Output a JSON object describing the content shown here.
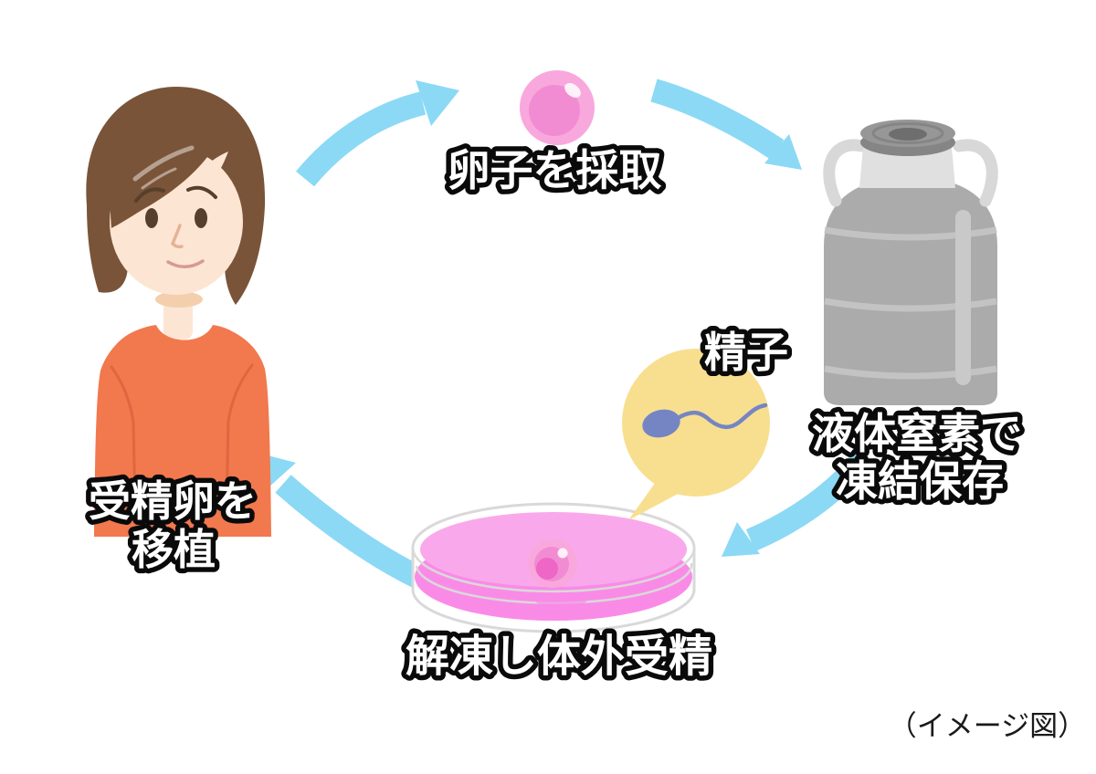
{
  "diagram": {
    "type": "cycle",
    "caption": "（イメージ図）",
    "steps": {
      "retrieve": {
        "label": "卵子を採取",
        "icon": "egg-cell-icon"
      },
      "freeze": {
        "line1": "液体窒素で",
        "line2": "凍結保存",
        "icon": "liquid-nitrogen-tank-icon"
      },
      "thaw": {
        "label": "解凍し体外受精",
        "icon": "petri-dish-icon"
      },
      "transfer": {
        "line1": "受精卵を",
        "line2": "移植",
        "icon": "woman-illustration"
      }
    },
    "callout": {
      "label": "精子",
      "icon": "sperm-cell-icon"
    }
  },
  "colors": {
    "arrow": "#8bd9f5",
    "text_fill": "#ffffff",
    "text_outline": "#0a0a0a",
    "caption_text": "#1a1a1a",
    "egg_light": "#f8a8dd",
    "egg_mid": "#f28cd2",
    "egg_deep": "#ee66c6",
    "egg_highlight": "#ffffff",
    "bubble_yellow": "#f8df90",
    "sperm_blue": "#7585c3",
    "liquid": "#f9a9eb",
    "liquid_deep": "#f98be7",
    "dish_stroke": "#d9d9d9",
    "hair_brown": "#7a5438",
    "skin": "#fce6d3",
    "skin_shadow": "#f3cfae",
    "feature_brown": "#57402b",
    "nose_line": "#e5b296",
    "mouth_line": "#d79a90",
    "shirt_orange": "#f2784e",
    "shirt_seam": "#e0663f",
    "tank_gray": "#ababab",
    "tank_band": "#c3c3c3",
    "tank_highlight": "#c9c9c9",
    "tank_neck": "#e0e0e0",
    "tank_handle": "#d8d8d8",
    "lid_gray": "#979797",
    "lid_side": "#858585",
    "lid_dark": "#6e6e6e"
  }
}
